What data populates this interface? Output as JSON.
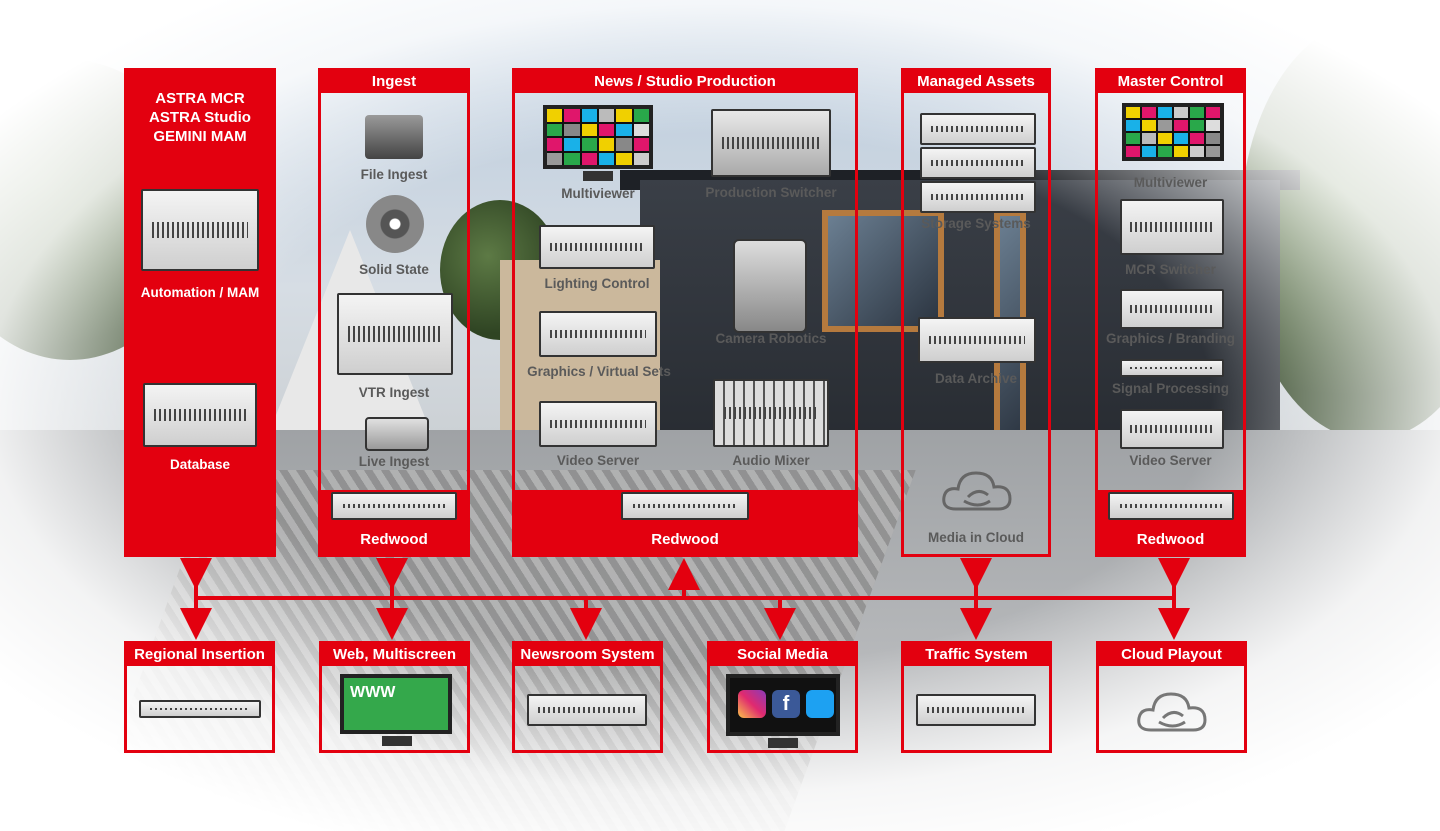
{
  "columns": {
    "astra": {
      "title_lines": [
        "ASTRA MCR",
        "ASTRA Studio",
        "GEMINI MAM"
      ],
      "items": [
        "Automation / MAM",
        "Database"
      ]
    },
    "ingest": {
      "title": "Ingest",
      "items": [
        "File Ingest",
        "Solid State",
        "VTR Ingest",
        "Live Ingest"
      ],
      "footer": "Redwood"
    },
    "news": {
      "title": "News / Studio Production",
      "items": [
        "Multiviewer",
        "Production Switcher",
        "Lighting Control",
        "Camera Robotics",
        "Graphics / Virtual Sets",
        "Video Server",
        "Audio Mixer"
      ],
      "footer": "Redwood"
    },
    "assets": {
      "title": "Managed Assets",
      "items": [
        "Storage Systems",
        "Data Archive",
        "Media in Cloud"
      ]
    },
    "master": {
      "title": "Master Control",
      "items": [
        "Multiviewer",
        "MCR Switcher",
        "Graphics / Branding",
        "Signal Processing",
        "Video Server"
      ],
      "footer": "Redwood"
    }
  },
  "bottom": [
    "Regional Insertion",
    "Web, Multiscreen",
    "Newsroom System",
    "Social Media",
    "Traffic System",
    "Cloud Playout"
  ],
  "www_text": "WWW",
  "colors": {
    "accent": "#e3000f"
  },
  "icons": [
    "folder-icon",
    "disc-icon",
    "rack-icon",
    "camera-icon",
    "monitor-icon",
    "cloud-icon",
    "instagram-icon",
    "facebook-icon",
    "twitter-icon"
  ]
}
